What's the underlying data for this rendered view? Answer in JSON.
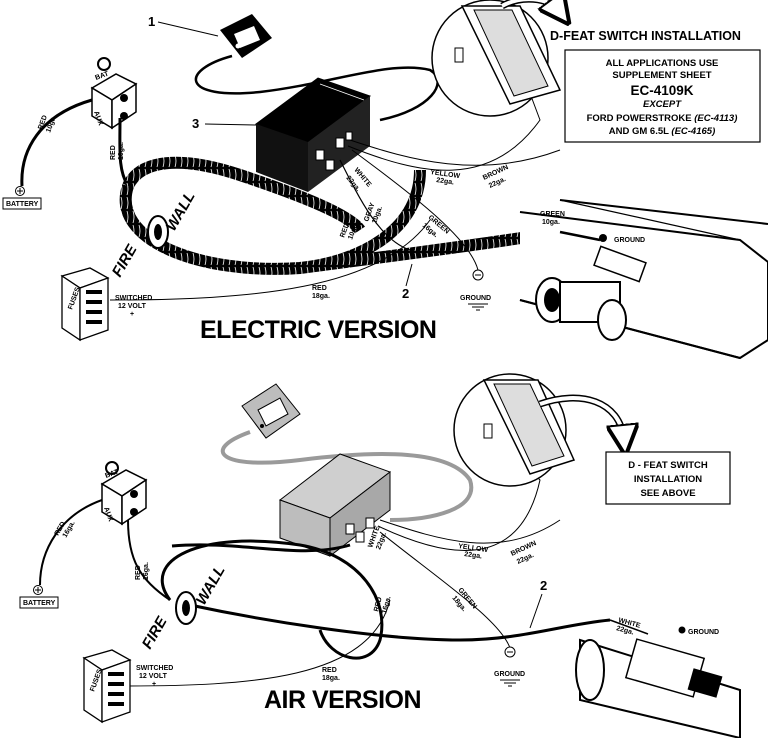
{
  "title_top": "D-FEAT SWITCH INSTALLATION",
  "info_box": {
    "line1": "ALL APPLICATIONS USE",
    "line2": "SUPPLEMENT SHEET",
    "line3": "EC-4109K",
    "line4": "EXCEPT",
    "line5a": "FORD POWERSTROKE ",
    "line5b": "(EC-4113)",
    "line6a": "AND GM 6.5L ",
    "line6b": "(EC-4165)"
  },
  "bottom_box": {
    "line1": "D - FEAT SWITCH",
    "line2": "INSTALLATION",
    "line3": "SEE ABOVE"
  },
  "electric": {
    "title": "ELECTRIC VERSION",
    "callout_1": "1",
    "callout_2": "2",
    "callout_3": "3",
    "battery": "BATTERY",
    "fuses": "FUSES",
    "bat": "BAT",
    "aux": "AUX",
    "fire": "FIRE",
    "wall": "WALL",
    "red10_a": "RED",
    "red10_b": "10ga.",
    "red10v_a": "RED",
    "red10v_b": "10ga.",
    "yellow_a": "YELLOW",
    "yellow_b": "22ga.",
    "brown_a": "BROWN",
    "brown_b": "22ga.",
    "white": "WHITE",
    "white_ga": "22ga.",
    "green_a": "GREEN",
    "green_b": "16ga.",
    "green10_a": "GREEN",
    "green10_b": "10ga.",
    "ground": "GROUND",
    "ground2": "GROUND",
    "switched_a": "SWITCHED",
    "switched_b": "12 VOLT",
    "plus": "+",
    "red18_a": "RED",
    "red18_b": "18ga.",
    "red10c_a": "RED",
    "red10c_b": "10ga.",
    "gray_a": "GRAY",
    "gray_b": "10ga."
  },
  "air": {
    "title": "AIR VERSION",
    "callout_2": "2",
    "battery": "BATTERY",
    "fuses": "FUSES",
    "bat": "BAT",
    "aux": "AUX",
    "fire": "FIRE",
    "wall": "WALL",
    "red16_a": "RED",
    "red16_b": "16ga.",
    "red16v_a": "RED",
    "red16v_b": "16ga.",
    "yellow_a": "YELLOW",
    "yellow_b": "22ga.",
    "brown_a": "BROWN",
    "brown_b": "22ga.",
    "white_a": "WHITE",
    "white_b": "22ga.",
    "white2_a": "WHITE",
    "white2_b": "22ga.",
    "green_a": "GREEN",
    "green_b": "18ga.",
    "red16c_a": "RED",
    "red16c_b": "16ga.",
    "ground": "GROUND",
    "ground2": "GROUND",
    "switched_a": "SWITCHED",
    "switched_b": "12 VOLT",
    "plus": "+",
    "red18_a": "RED",
    "red18_b": "18ga."
  },
  "colors": {
    "ink": "#000000",
    "gray_module": "#bdbdbd",
    "gray_wire": "#9a9a9a"
  }
}
